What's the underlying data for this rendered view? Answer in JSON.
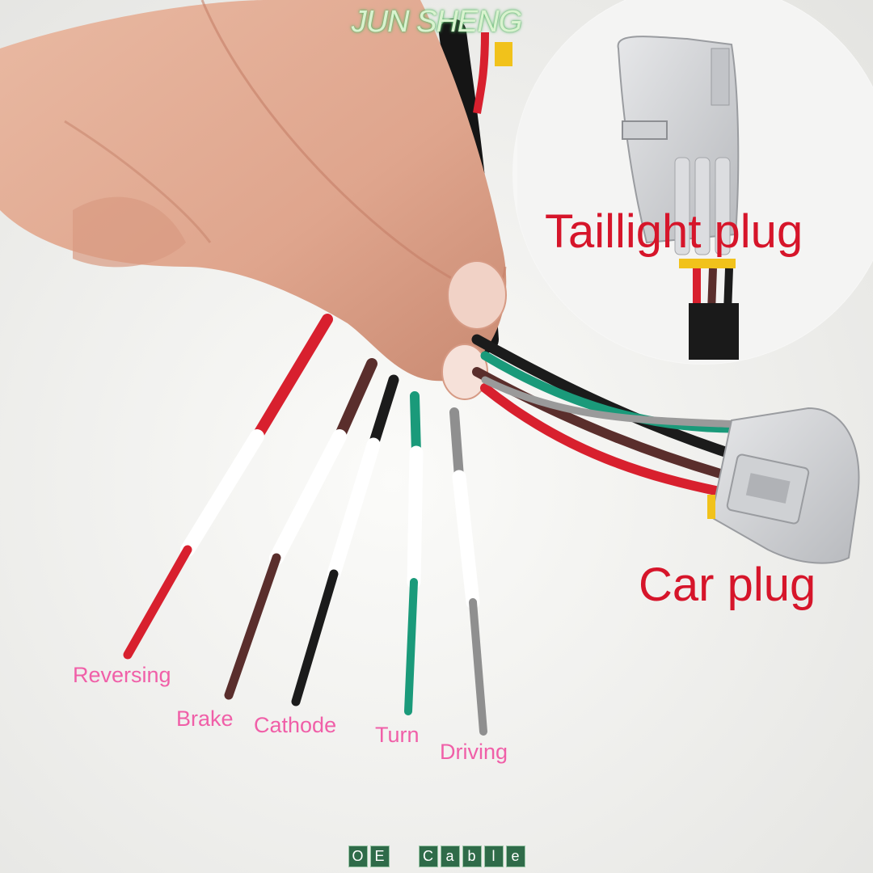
{
  "brand": {
    "watermark": "JUN SHENG"
  },
  "callouts": {
    "taillight_plug": "Taillight plug",
    "car_plug": "Car plug"
  },
  "wires": [
    {
      "label": "Reversing",
      "color": "#d8202e"
    },
    {
      "label": "Brake",
      "color": "#5a2e2c"
    },
    {
      "label": "Cathode",
      "color": "#1b1b1b"
    },
    {
      "label": "Turn",
      "color": "#1a9a7a"
    },
    {
      "label": "Driving",
      "color": "#8f8f8f"
    }
  ],
  "footer": {
    "word1": [
      "O",
      "E"
    ],
    "word2": [
      "C",
      "a",
      "b",
      "l",
      "e"
    ]
  },
  "colors": {
    "callout_text": "#d6152a",
    "wire_label_text": "#f05fa8",
    "footer_chip": "#2f6b49"
  }
}
